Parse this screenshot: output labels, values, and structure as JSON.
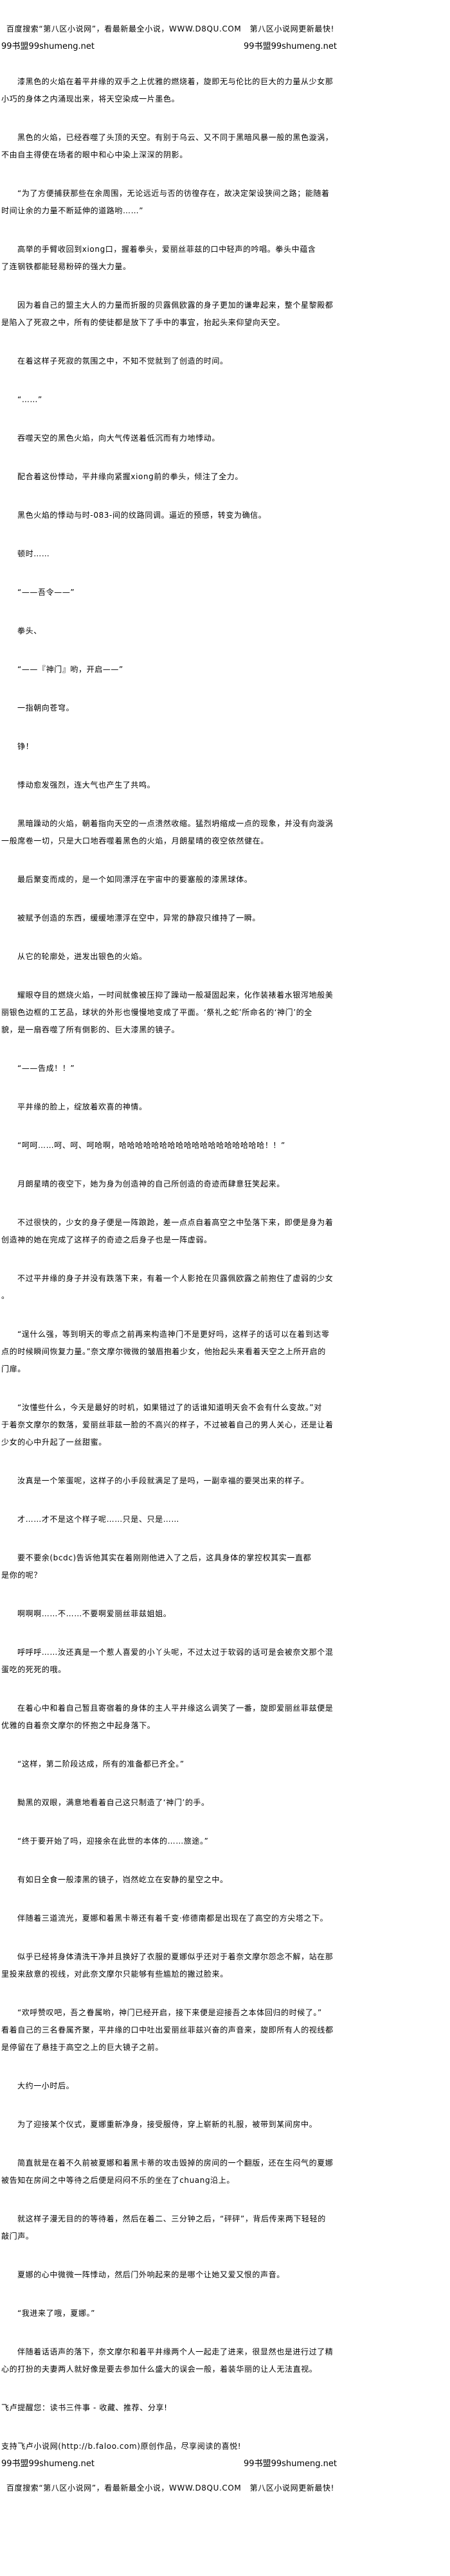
{
  "header": {
    "baidu_ad": "百度搜索“第八区小说网”，看最新最全小说，WWW.D8QU.COM   第八区小说网更新最快!",
    "shumeng_left": "99书盟99shumeng.net",
    "shumeng_right": "99书盟99shumeng.net"
  },
  "paragraphs": [
    "漆黑色的火焰在着平井缘的双手之上优雅的燃烧着，旋即无与伦比的巨大的力量从少女那\n小巧的身体之内涌现出来，将天空染成一片墨色。",
    "黑色的火焰，已经吞噬了头顶的天空。有别于乌云、又不同于黑暗风暴一般的黑色漩涡，\n不由自主得使在场者的眼中和心中染上深深的阴影。",
    "“为了方便捕获那些在余周围，无论远近与否的彷徨存在，故决定架设狭间之路；能随着\n时间让余的力量不断延伸的道路哟……”",
    "高举的手臂收回到xiong口，握着拳头，爱丽丝菲兹的口中轻声的吟唱。拳头中蕴含\n了连钢铁都能轻易粉碎的强大力量。",
    "因为着自己的盟主大人的力量而折服的贝露佩欧露的身子更加的谦卑起来，整个星黎殿都\n是陷入了死寂之中，所有的使徒都是放下了手中的事宜，抬起头来仰望向天空。",
    "在着这样子死寂的氛围之中，不知不觉就到了创造的时间。",
    "“……”",
    "吞噬天空的黑色火焰，向大气传送着低沉而有力地悸动。",
    "配合着这份悸动，平井缘向紧握xiong前的拳头，倾注了全力。",
    "黑色火焰的悸动与时-083-间的纹路同调。逼近的预感，转变为确信。",
    "顿时……",
    "“——吾令——”",
    "拳头、",
    "“——『神门』哟，开启——”",
    "一指朝向苍穹。",
    "铮！",
    "悸动愈发强烈，连大气也产生了共鸣。",
    "黑暗躁动的火焰，朝着指向天空的一点溃然收缩。猛烈坍缩成一点的现象，并没有向漩涡\n一般席卷一切，只是大口地吞噬着黑色的火焰，月朗星晴的夜空依然健在。",
    "最后聚变而成的，是一个如同漂浮在宇宙中的要塞般的漆黑球体。",
    "被赋予创造的东西，缓缓地漂浮在空中，异常的静寂只维持了一瞬。",
    "从它的轮廓处，迸发出银色的火焰。",
    "耀眼夺目的燃烧火焰，一时间就像被压抑了躁动一般凝固起来，化作装裱着水银泻地般美\n丽银色边框的工艺品，球状的外形也慢慢地变成了平面。‘祭礼之蛇’所命名的‘神门’的全\n貌，是一扇吞噬了所有倒影的、巨大漆黑的镜子。",
    "“——告成！！”",
    "平井缘的脸上，绽放着欢喜的神情。",
    "“呵呵……呵、呵、呵哈啊，哈哈哈哈哈哈哈哈哈哈哈哈哈哈哈哈哈哈！！”",
    "月朗星晴的夜空下，她为身为创造神的自己所创造的奇迹而肆意狂笑起来。",
    "不过很快的，少女的身子便是一阵踉跄，差一点点自着高空之中坠落下来，即便是身为着\n创造神的她在完成了这样子的奇迹之后身子也是一阵虚弱。",
    "不过平井缘的身子并没有跌落下来，有着一个人影抢在贝露佩欧露之前抱住了虚弱的少女\n。",
    "“逞什么强，等到明天的零点之前再来构造神门不是更好吗，这样子的话可以在着到达零\n点的时候瞬间恢复力量。”奈文摩尔微微的皱眉抱着少女，他抬起头来看着天空之上所开启的\n门扉。",
    "“汝懂些什么，今天是最好的时机，如果错过了的话谁知道明天会不会有什么变故。”对\n于着奈文摩尔的数落，爱丽丝菲兹一脸的不高兴的样子，不过被着自己的男人关心，还是让着\n少女的心中升起了一丝甜蜜。",
    "汝真是一个笨蛋呢，这样子的小手段就满足了是吗，一副幸福的要哭出来的样子。",
    "才……才不是这个样子呢……只是、只是……",
    "要不要余(bcdc)告诉他其实在着刚刚他进入了之后，这具身体的掌控权其实一直都\n是你的呢？",
    "啊啊啊……不……不要啊爱丽丝菲兹姐姐。",
    "呼呼呼……汝还真是一个惹人喜爱的小丫头呢，不过太过于软弱的话可是会被奈文那个混\n蛋吃的死死的哦。",
    "在着心中和着自己暂且寄宿着的身体的主人平井缘这么调笑了一番，旋即爱丽丝菲兹便是\n优雅的自着奈文摩尔的怀抱之中起身落下。",
    "“这样，第二阶段达成，所有的准备都已齐全。”",
    "黝黑的双眼，满意地看着自己这只制造了‘神门’的手。",
    "“终于要开始了吗，迎接余在此世的本体的……旅途。”",
    "有如日全食一般漆黑的镜子，岿然屹立在安静的星空之中。",
    "伴随着三道流光，夏娜和着黑卡蒂还有着千变·修德南都是出现在了高空的方尖塔之下。",
    "似乎已经将身体清洗干净并且换好了衣服的夏娜似乎还对于着奈文摩尔怨念不解，站在那\n里投来敌意的视线，对此奈文摩尔只能够有些尴尬的撇过脸来。",
    "“欢呼赞叹吧，吾之眷属哟，神门已经开启，接下来便是迎接吾之本体回归的时候了。”\n看着自己的三名眷属齐聚，平井缘的口中吐出爱丽丝菲兹兴奋的声音来，旋即所有人的视线都\n是停留在了悬挂于高空之上的巨大镜子之前。",
    "大约一小时后。",
    "为了迎接某个仪式，夏娜重新净身，接受服侍，穿上崭新的礼服，被带到某间房中。",
    "简直就是在着不久前被夏娜和着黑卡蒂的攻击毁掉的房间的一个翻版，还在生闷气的夏娜\n被告知在房间之中等待之后便是闷闷不乐的坐在了chuang沿上。",
    "就这样子漫无目的的等待着，然后在着二、三分钟之后，“砰砰”，背后传来两下轻轻的\n敲门声。",
    "夏娜的心中微微一阵悸动，然后门外响起来的是哪个让她又爱又恨的声音。",
    "“我进来了哦，夏娜。”",
    "伴随着话语声的落下，奈文摩尔和着平井缘两个人一起走了进来，很显然也是进行过了精\n心的打扮的夫妻两人就好像是要去参加什么盛大的误会一般，着装华丽的让人无法直视。"
  ],
  "footer": {
    "reminder": "飞卢提醒您：读书三件事 - 收藏、推荐、分享!",
    "support": "支持飞卢小说网(http://b.faloo.com)原创作品，尽享阅读的喜悦!",
    "shumeng_left": "99书盟99shumeng.net",
    "shumeng_right": "99书盟99shumeng.net",
    "baidu_ad": "百度搜索“第八区小说网”，看最新最全小说，WWW.D8QU.COM   第八区小说网更新最快!"
  }
}
